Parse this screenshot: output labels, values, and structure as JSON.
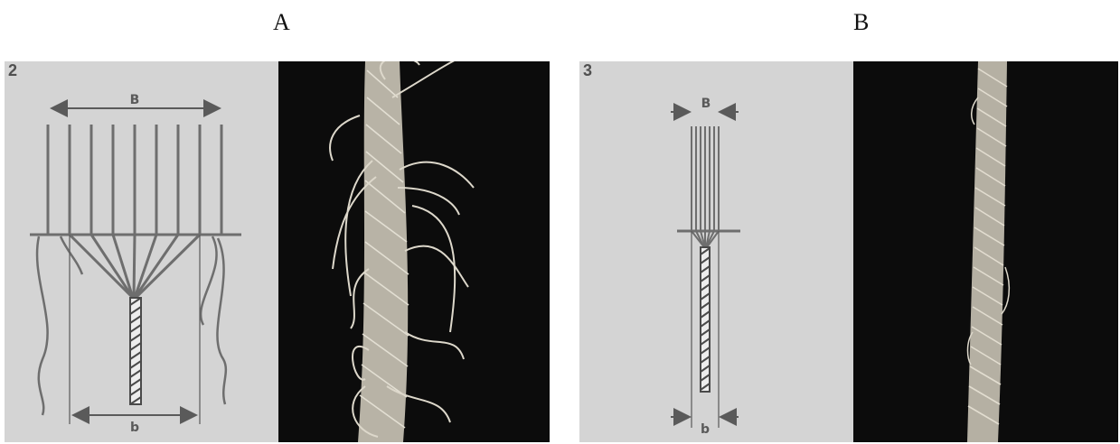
{
  "captions": {
    "left": "A",
    "right": "B"
  },
  "figure_a": {
    "number": "2",
    "upper_dimension": "B",
    "lower_dimension": "b"
  },
  "figure_b": {
    "number": "3",
    "upper_dimension": "B",
    "lower_dimension": "b"
  },
  "colors": {
    "diagram_background": "#d4d4d4",
    "fiber_line": "#6e6e6e",
    "photo_background": "#0c0c0c",
    "rope": "#cfcabd"
  }
}
